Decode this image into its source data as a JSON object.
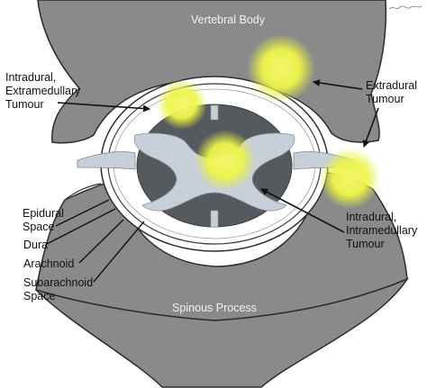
{
  "labels": {
    "vertebral_body": "Vertebral Body",
    "spinous_process": "Spinous Process",
    "intradural_extramedullary": [
      "Intradural,",
      "Extramedullary",
      "Tumour"
    ],
    "extradural": [
      "Extradural",
      "Tumour"
    ],
    "intradural_intramedullary": [
      "Intradural,",
      "Intramedullary",
      "Tumour"
    ],
    "epidural_space": [
      "Epidural",
      "Space"
    ],
    "dura": "Dura",
    "arachnoid": "Arachnoid",
    "subarachnoid_space": [
      "Subarachnoid",
      "Space"
    ]
  },
  "colors": {
    "bone": "#8a8a8a",
    "bone_outline": "#2b2b2b",
    "cord_grey": "#555a5e",
    "white_matter": "#c7d0d8",
    "tumour": "#eef54a",
    "membrane": "#ffffff"
  }
}
